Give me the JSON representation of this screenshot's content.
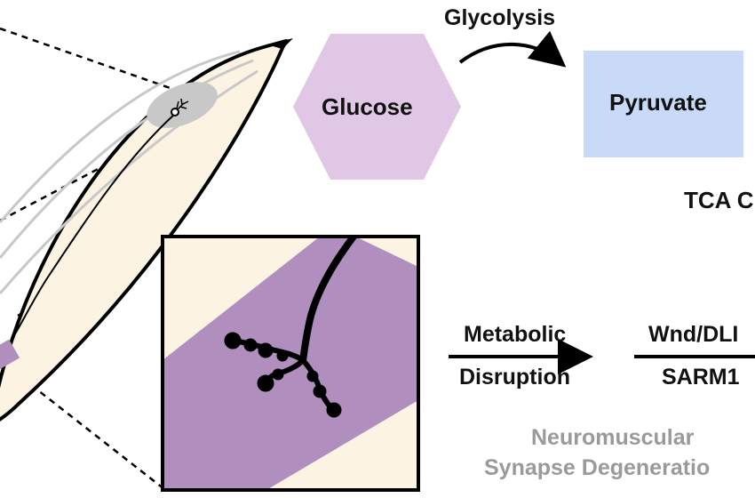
{
  "pathway": {
    "glycolysis_label": "Glycolysis",
    "glucose_label": "Glucose",
    "pyruvate_label": "Pyruvate",
    "tca_label": "TCA C"
  },
  "mechanism": {
    "step1_top": "Metabolic",
    "step1_bottom": "Disruption",
    "step2_top": "Wnd/DLI",
    "step2_bottom": "SARM1"
  },
  "outcome": {
    "line1": "Neuromuscular",
    "line2": "Synapse Degeneratio"
  },
  "colors": {
    "glucose_fill": "#e0c7e6",
    "pyruvate_fill": "#c9daf8",
    "body_fill": "#fcf3e2",
    "muscle_fill": "#b08fbe",
    "outline": "#000000",
    "outcome_text": "#9a9a9a"
  }
}
